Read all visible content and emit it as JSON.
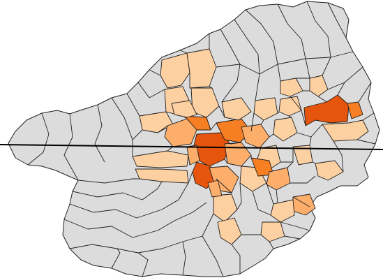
{
  "map": {
    "colors": {
      "background": "#ffffff",
      "none": "#dcdcdc",
      "low": "#fdd0a2",
      "medium": "#fdae6b",
      "high": "#f77f23",
      "highest": "#e6550d",
      "border": "#1f1f1f",
      "reference_line": "#000000"
    },
    "levels": [
      "none",
      "low",
      "medium",
      "high",
      "highest"
    ],
    "regions": [
      {
        "level": "none"
      },
      {
        "level": "none"
      },
      {
        "level": "none"
      },
      {
        "level": "none"
      },
      {
        "level": "low"
      },
      {
        "level": "low"
      },
      {
        "level": "medium"
      },
      {
        "level": "high"
      },
      {
        "level": "highest"
      },
      {
        "level": "highest"
      },
      {
        "level": "high"
      },
      {
        "level": "low"
      },
      {
        "level": "medium"
      },
      {
        "level": "low"
      },
      {
        "level": "low"
      },
      {
        "level": "medium"
      },
      {
        "level": "low"
      },
      {
        "level": "low"
      },
      {
        "level": "high"
      },
      {
        "level": "medium"
      },
      {
        "level": "low"
      },
      {
        "level": "low"
      },
      {
        "level": "medium"
      },
      {
        "level": "low"
      },
      {
        "level": "low"
      },
      {
        "level": "highest"
      },
      {
        "level": "high"
      },
      {
        "level": "low"
      },
      {
        "level": "low"
      },
      {
        "level": "medium"
      },
      {
        "level": "low"
      },
      {
        "level": "low"
      },
      {
        "level": "low"
      },
      {
        "level": "low"
      },
      {
        "level": "low"
      },
      {
        "level": "low"
      },
      {
        "level": "low"
      },
      {
        "level": "low"
      },
      {
        "level": "medium"
      },
      {
        "level": "low"
      },
      {
        "level": "medium"
      },
      {
        "level": "low"
      }
    ]
  }
}
